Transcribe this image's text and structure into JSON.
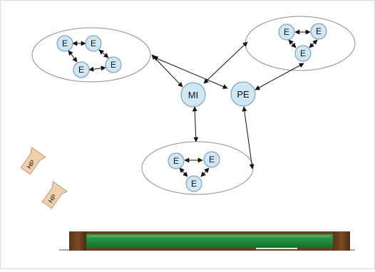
{
  "diagram": {
    "nodes": {
      "mi": "MI",
      "pe": "PE",
      "e": "E",
      "hp": "HP"
    },
    "colors": {
      "node_fill": "#cfe6f3",
      "node_stroke": "#6f93ad",
      "cluster_stroke": "#8f8f8f",
      "arrow": "#111111",
      "board_green": "#1f8a3a",
      "board_wood": "#6b3f20",
      "hp_fill": "#efcfae"
    },
    "icons": {
      "hp": "hp-plug-icon",
      "board": "chalkboard-icon"
    }
  }
}
